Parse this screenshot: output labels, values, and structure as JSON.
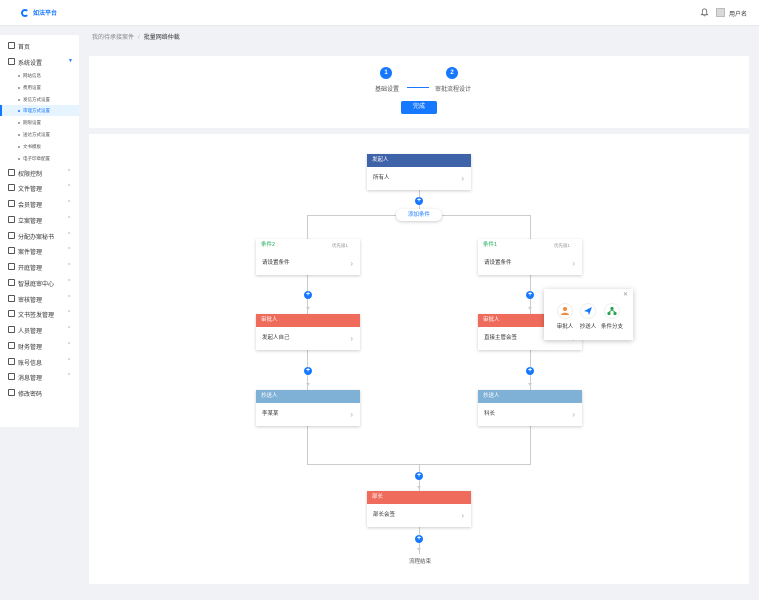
{
  "header": {
    "logo_text": "如法平台",
    "user_name": "用户名"
  },
  "sidebar": {
    "items": [
      {
        "label": "首页",
        "icon": "home-icon"
      },
      {
        "label": "系统设置",
        "icon": "monitor-icon"
      },
      {
        "label": "权限控制",
        "icon": "lock-icon"
      },
      {
        "label": "文件管理",
        "icon": "folder-icon"
      },
      {
        "label": "会员管理",
        "icon": "users-icon"
      },
      {
        "label": "立案管理",
        "icon": "file-icon"
      },
      {
        "label": "分配办案秘书",
        "icon": "person-icon"
      },
      {
        "label": "案件管理",
        "icon": "case-icon"
      },
      {
        "label": "开庭管理",
        "icon": "calendar-icon"
      },
      {
        "label": "智慧庭审中心",
        "icon": "gear-icon"
      },
      {
        "label": "审核管理",
        "icon": "audit-icon"
      },
      {
        "label": "文书签发管理",
        "icon": "document-icon"
      },
      {
        "label": "人员管理",
        "icon": "person-icon"
      },
      {
        "label": "财务管理",
        "icon": "money-icon"
      },
      {
        "label": "账号信息",
        "icon": "account-icon"
      },
      {
        "label": "消息管理",
        "icon": "message-icon"
      },
      {
        "label": "修改密码",
        "icon": "key-icon"
      }
    ],
    "sub_items": [
      {
        "label": "网站信息"
      },
      {
        "label": "费用设置"
      },
      {
        "label": "发信方式设置"
      },
      {
        "label": "审理方式设置",
        "active": true
      },
      {
        "label": "期限设置"
      },
      {
        "label": "送达方式设置"
      },
      {
        "label": "文书模板"
      },
      {
        "label": "电子印章配置"
      }
    ]
  },
  "breadcrumb": {
    "parent": "我的待承接案件",
    "separator": "/",
    "current": "批量网络仲裁"
  },
  "steps": [
    {
      "number": "1",
      "label": "基础设置"
    },
    {
      "number": "2",
      "label": "审批流程设计"
    }
  ],
  "done_button": "完成",
  "flow": {
    "start": {
      "header": "发起人",
      "body": "所有人"
    },
    "add_condition": "添加条件",
    "left_branch": {
      "condition": {
        "header": "条件2",
        "priority": "优先级1",
        "body": "请设置条件"
      },
      "approver": {
        "header": "审批人",
        "body": "发起人自己"
      },
      "cc": {
        "header": "抄送人",
        "body": "李某某"
      }
    },
    "right_branch": {
      "condition": {
        "header": "条件1",
        "priority": "优先级1",
        "body": "请设置条件"
      },
      "approver": {
        "header": "审批人",
        "body": "直接主管会签"
      },
      "cc": {
        "header": "抄送人",
        "body": "科长"
      }
    },
    "final": {
      "header": "部长",
      "body": "部长会签"
    },
    "end_label": "流程结束"
  },
  "popover": {
    "options": [
      {
        "label": "审批人",
        "icon": "person-icon",
        "color": "#f08a3c"
      },
      {
        "label": "抄送人",
        "icon": "send-icon",
        "color": "#1677ff"
      },
      {
        "label": "条件分支",
        "icon": "branch-icon",
        "color": "#2aa44f"
      }
    ]
  },
  "colors": {
    "primary": "#1677ff",
    "start_header": "#3f63a8",
    "approver_header": "#ef6b5b",
    "cc_header": "#7fb0d6",
    "condition_text": "#1aaa55"
  }
}
